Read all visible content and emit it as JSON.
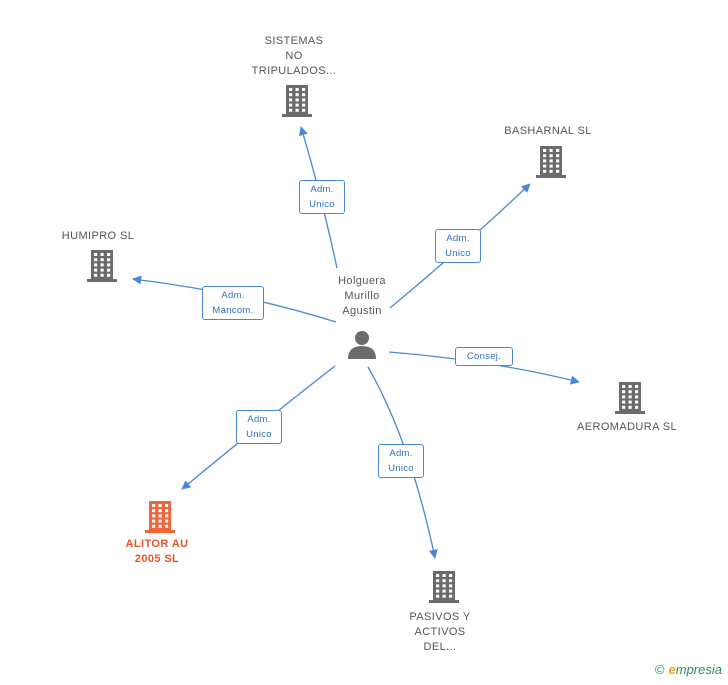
{
  "center": {
    "name_lines": [
      "Holguera",
      "Murillo",
      "Agustin"
    ]
  },
  "nodes": [
    {
      "id": "sistemas",
      "label": "SISTEMAS\nNO\nTRIPULADOS...",
      "role": "Adm.\nUnico",
      "focus": false
    },
    {
      "id": "basharnal",
      "label": "BASHARNAL SL",
      "role": "Adm.\nUnico",
      "focus": false
    },
    {
      "id": "humipro",
      "label": "HUMIPRO SL",
      "role": "Adm.\nMancom.",
      "focus": false
    },
    {
      "id": "aeromadura",
      "label": "AEROMADURA SL",
      "role": "Consej.",
      "focus": false
    },
    {
      "id": "alitor",
      "label": "ALITOR AU\n2005  SL",
      "role": "Adm.\nUnico",
      "focus": true
    },
    {
      "id": "pasivos",
      "label": "PASIVOS Y\nACTIVOS\nDEL...",
      "role": "Adm.\nUnico",
      "focus": false
    }
  ],
  "colors": {
    "edge": "#4a87d4",
    "building": "#6b6b6b",
    "building_focus": "#f0653a",
    "person": "#6b6b6b"
  },
  "icons": {
    "company": "building-icon",
    "person": "person-icon"
  },
  "brand": {
    "copyright": "©",
    "first_letter": "e",
    "rest": "mpresia"
  }
}
